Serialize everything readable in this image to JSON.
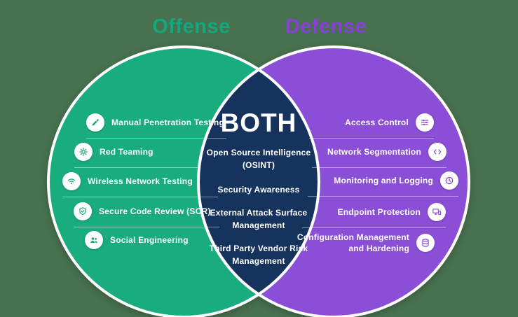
{
  "diagram": {
    "offense": {
      "title": "Offense",
      "items": [
        {
          "label": "Manual Penetration Testing",
          "icon": "pencil-edit-icon"
        },
        {
          "label": "Red Teaming",
          "icon": "gear-icon"
        },
        {
          "label": "Wireless Network Testing",
          "icon": "wireless-signal-icon"
        },
        {
          "label": "Secure Code Review (SCR)",
          "icon": "shield-check-icon"
        },
        {
          "label": "Social Engineering",
          "icon": "people-icon"
        }
      ]
    },
    "defense": {
      "title": "Defense",
      "items": [
        {
          "label": "Access Control",
          "icon": "sliders-icon"
        },
        {
          "label": "Network Segmentation",
          "icon": "code-brackets-icon"
        },
        {
          "label": "Monitoring and Logging",
          "icon": "clock-icon"
        },
        {
          "label": "Endpoint Protection",
          "icon": "devices-icon"
        },
        {
          "label": "Configuration Management and Hardening",
          "icon": "database-icon"
        }
      ]
    },
    "both": {
      "title": "BOTH",
      "items": [
        "Open Source Intelligence (OSINT)",
        "Security Awareness",
        "External Attack Surface Management",
        "Third Party Vendor Risk Management"
      ]
    },
    "colors": {
      "background": "#48714F",
      "offense_circle": "#19AC7D",
      "defense_circle": "#8A4FD6",
      "intersection": "#15335C",
      "offense_title": "#12A87C",
      "defense_title": "#8A3FD8",
      "circle_stroke": "#FFFFFF",
      "item_text": "#FFFFFF"
    }
  }
}
